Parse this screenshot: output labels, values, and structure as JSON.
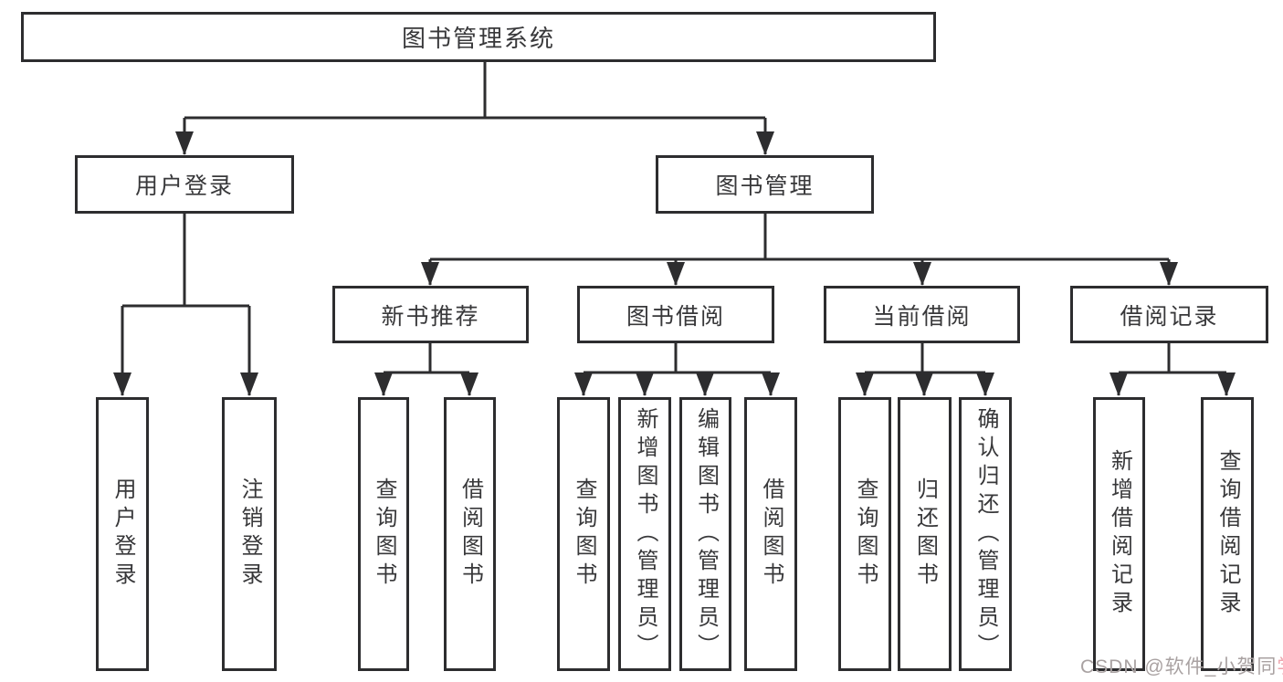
{
  "colors": {
    "line": "#2d2d2f",
    "text": "#38383a",
    "watermark_gray": "#a9a2a2",
    "watermark_pink": "#eda6ae",
    "background": "#ffffff"
  },
  "tree": {
    "root": "图书管理系统",
    "user_login": {
      "label": "用户登录",
      "children": [
        "用户登录",
        "注销登录"
      ]
    },
    "book_mgmt": {
      "label": "图书管理",
      "sections": {
        "new_book": {
          "label": "新书推荐",
          "children": [
            "查询图书",
            "借阅图书"
          ]
        },
        "borrow": {
          "label": "图书借阅",
          "children": [
            "查询图书",
            "新增图书（管理员）",
            "编辑图书（管理员）",
            "借阅图书"
          ]
        },
        "current": {
          "label": "当前借阅",
          "children": [
            "查询图书",
            "归还图书",
            "确认归还（管理员）"
          ]
        },
        "records": {
          "label": "借阅记录",
          "children": [
            "新增借阅记录",
            "查询借阅记录"
          ]
        }
      }
    }
  },
  "watermark": {
    "prefix": "CSDN @软件_小贺同",
    "suffix": "学"
  }
}
